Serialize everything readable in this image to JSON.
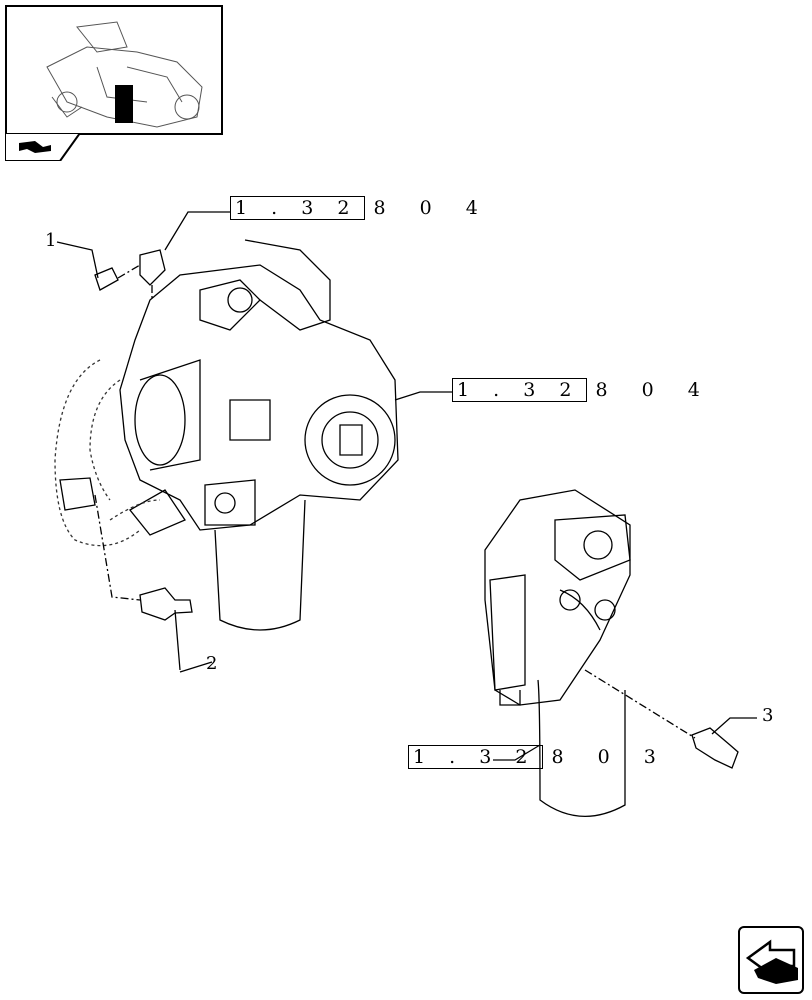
{
  "references": [
    {
      "box": "1 . 3 2",
      "suffix": "8  0 4"
    },
    {
      "box": "1 . 3 2",
      "suffix": "8  0 4"
    },
    {
      "box": "1 . 3 2",
      "suffix": "8 0 3"
    }
  ],
  "item_numbers": [
    "1",
    "2",
    "3"
  ]
}
